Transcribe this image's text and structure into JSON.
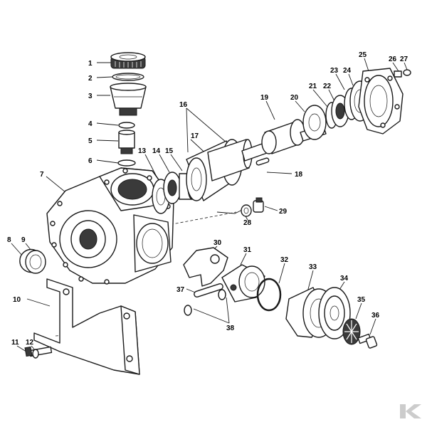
{
  "parts": [
    {
      "id": "1",
      "label": "1"
    },
    {
      "id": "2",
      "label": "2"
    },
    {
      "id": "3",
      "label": "3"
    },
    {
      "id": "4",
      "label": "4"
    },
    {
      "id": "5",
      "label": "5"
    },
    {
      "id": "6",
      "label": "6"
    },
    {
      "id": "7",
      "label": "7"
    },
    {
      "id": "8",
      "label": "8"
    },
    {
      "id": "9",
      "label": "9"
    },
    {
      "id": "10",
      "label": "10"
    },
    {
      "id": "11",
      "label": "11"
    },
    {
      "id": "12",
      "label": "12"
    },
    {
      "id": "13",
      "label": "13"
    },
    {
      "id": "14",
      "label": "14"
    },
    {
      "id": "15",
      "label": "15"
    },
    {
      "id": "16",
      "label": "16"
    },
    {
      "id": "17",
      "label": "17"
    },
    {
      "id": "18",
      "label": "18"
    },
    {
      "id": "19",
      "label": "19"
    },
    {
      "id": "20",
      "label": "20"
    },
    {
      "id": "21",
      "label": "21"
    },
    {
      "id": "22",
      "label": "22"
    },
    {
      "id": "23",
      "label": "23"
    },
    {
      "id": "24",
      "label": "24"
    },
    {
      "id": "25",
      "label": "25"
    },
    {
      "id": "26",
      "label": "26"
    },
    {
      "id": "27",
      "label": "27"
    },
    {
      "id": "28",
      "label": "28"
    },
    {
      "id": "29",
      "label": "29"
    },
    {
      "id": "30",
      "label": "30"
    },
    {
      "id": "31",
      "label": "31"
    },
    {
      "id": "32",
      "label": "32"
    },
    {
      "id": "33",
      "label": "33"
    },
    {
      "id": "34",
      "label": "34"
    },
    {
      "id": "35",
      "label": "35"
    },
    {
      "id": "36",
      "label": "36"
    },
    {
      "id": "37",
      "label": "37"
    },
    {
      "id": "38",
      "label": "38"
    }
  ],
  "brand_logo": {
    "icon": "k-logo-icon",
    "color": "#cccccc"
  },
  "colors": {
    "ink": "#1a1a1a",
    "background": "#ffffff"
  }
}
